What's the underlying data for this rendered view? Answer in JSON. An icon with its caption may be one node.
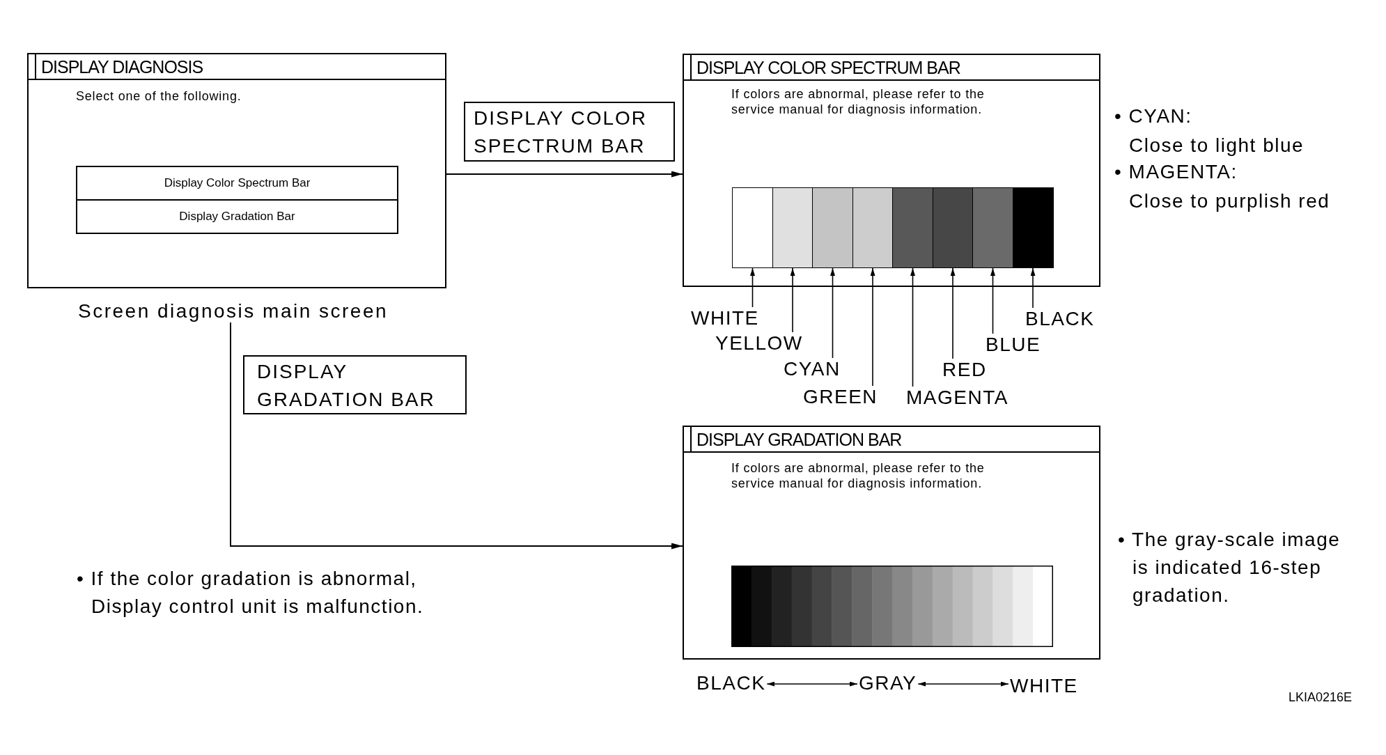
{
  "diagram": {
    "nodes": [
      {
        "text": [
          "DISPLAY DIAGNOSIS",
          "Select one of the following."
        ],
        "beside": [
          "Screen diagnosis main screen"
        ]
      },
      {
        "text": [
          "Display Color Spectrum Bar"
        ],
        "in": 0
      },
      {
        "text": [
          "Display Gradation Bar"
        ],
        "in": 0
      },
      {
        "text": [
          "DISPLAY COLOR SPECTRUM BAR",
          "If colors are abnormal, please refer to the service manual for diagnosis information."
        ]
      },
      {
        "text": [],
        "shape": "box",
        "in": 3
      },
      {
        "text": [],
        "shape": "box",
        "in": 3
      },
      {
        "text": [],
        "shape": "box",
        "in": 3
      },
      {
        "text": [],
        "shape": "box",
        "in": 3
      },
      {
        "text": [],
        "shape": "box",
        "in": 3
      },
      {
        "text": [],
        "shape": "box",
        "in": 3
      },
      {
        "text": [],
        "shape": "box",
        "in": 3
      },
      {
        "text": [],
        "shape": "box",
        "in": 3
      },
      {
        "text": [
          "WHITE"
        ]
      },
      {
        "text": [
          "YELLOW"
        ]
      },
      {
        "text": [
          "CYAN"
        ]
      },
      {
        "text": [
          "GREEN"
        ]
      },
      {
        "text": [
          "MAGENTA"
        ]
      },
      {
        "text": [
          "RED"
        ]
      },
      {
        "text": [
          "BLUE"
        ]
      },
      {
        "text": [
          "BLACK"
        ]
      },
      {
        "text": [
          "DISPLAY GRADATION BAR",
          "If colors are abnormal, please refer to the service manual for diagnosis information."
        ]
      },
      {
        "text": [
          "BLACK"
        ]
      },
      {
        "text": [
          "GRAY"
        ]
      },
      {
        "text": [
          "WHITE"
        ]
      }
    ],
    "edges": [
      {
        "from": 0,
        "to": 3,
        "arrow": "to",
        "label": "DISPLAY COLOR SPECTRUM BAR"
      },
      {
        "from": 0,
        "to": 20,
        "arrow": "to",
        "label": "DISPLAY GRADATION BAR"
      },
      {
        "from": 12,
        "to": 4,
        "arrow": "to"
      },
      {
        "from": 13,
        "to": 5,
        "arrow": "to"
      },
      {
        "from": 14,
        "to": 6,
        "arrow": "to"
      },
      {
        "from": 15,
        "to": 7,
        "arrow": "to"
      },
      {
        "from": 16,
        "to": 8,
        "arrow": "to"
      },
      {
        "from": 17,
        "to": 9,
        "arrow": "to"
      },
      {
        "from": 18,
        "to": 10,
        "arrow": "to"
      },
      {
        "from": 19,
        "to": 11,
        "arrow": "to"
      },
      {
        "from": 21,
        "to": 22,
        "arrow": "both"
      },
      {
        "from": 22,
        "to": 23,
        "arrow": "both"
      }
    ],
    "labels": [
      "• CYAN:",
      "Close to light blue",
      "• MAGENTA:",
      "Close to purplish red",
      "• The gray-scale image is indicated 16-step gradation.",
      "• If the color gradation is abnormal, Display control unit is malfunction.",
      "LKIA0216E"
    ]
  }
}
